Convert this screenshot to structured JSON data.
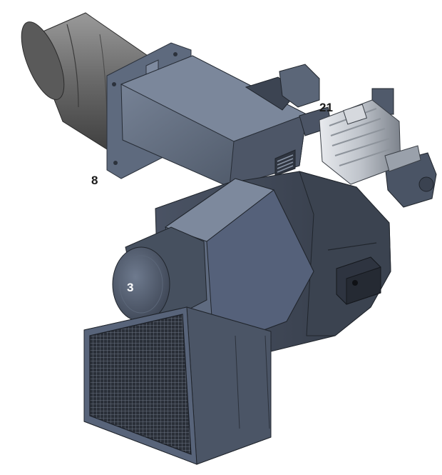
{
  "callouts": {
    "label_8": "8",
    "label_21": "21",
    "label_3": "3"
  },
  "colors": {
    "body_steel": "#58657a",
    "body_dark": "#3f4858",
    "body_light": "#7a879b",
    "tube_gray": "#6e6e6e",
    "motor_silver": "#c8ccd2",
    "background": "#ffffff"
  }
}
